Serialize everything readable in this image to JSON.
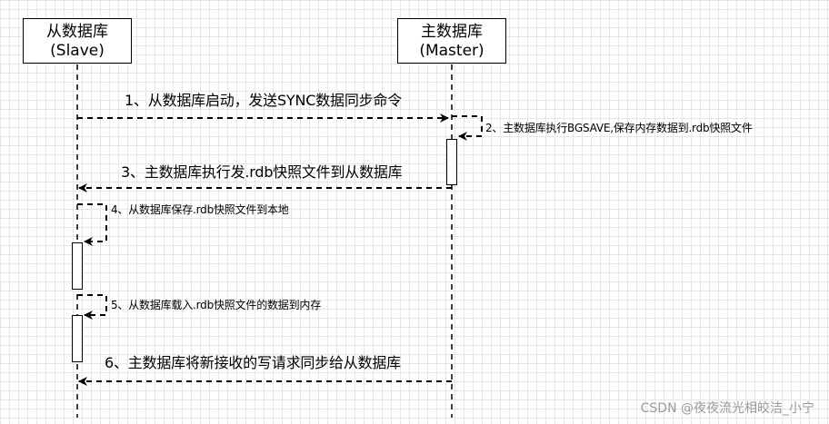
{
  "participants": {
    "slave": {
      "line1": "从数据库",
      "line2": "(Slave)"
    },
    "master": {
      "line1": "主数据库",
      "line2": "(Master)"
    }
  },
  "messages": [
    {
      "label": "1、从数据库启动，发送SYNC数据同步命令"
    },
    {
      "label": "2、主数据库执行BGSAVE,保存内存数据到.rdb快照文件"
    },
    {
      "label": "3、主数据库执行发.rdb快照文件到从数据库"
    },
    {
      "label": "4、从数据库保存.rdb快照文件到本地"
    },
    {
      "label": "5、从数据库载入.rdb快照文件的数据到内存"
    },
    {
      "label": "6、主数据库将新接收的写请求同步给从数据库"
    }
  ],
  "watermark": "CSDN @夜夜流光相皎洁_小宁",
  "colors": {
    "line": "#000000",
    "grid": "#e6e6e6",
    "watermark": "#9a9a9a"
  }
}
